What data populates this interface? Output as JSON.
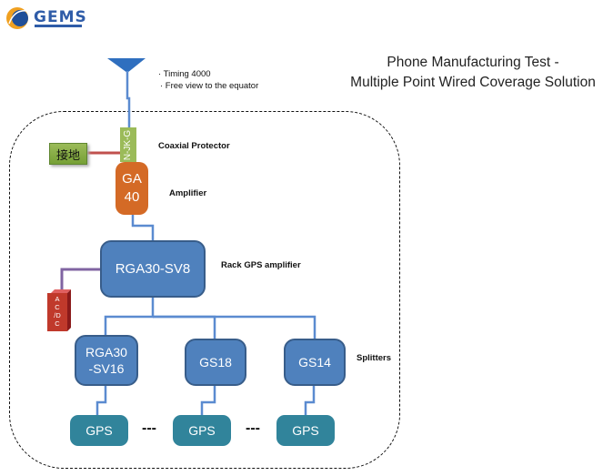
{
  "logo": {
    "name": "GEMS",
    "icon": "gems-globe-logo"
  },
  "title": {
    "line1": "Phone Manufacturing Test -",
    "line2": "Multiple Point Wired Coverage Solution"
  },
  "antenna": {
    "notes": [
      "· Timing 4000",
      "· Free view to the equator"
    ]
  },
  "labels": {
    "coaxial_protector": "Coaxial Protector",
    "amplifier": "Amplifier",
    "rack_gps_amplifier": "Rack GPS amplifier",
    "splitters": "Splitters"
  },
  "nodes": {
    "ground": "接地",
    "protector": "N-JK-G",
    "amp_line1": "GA",
    "amp_line2": "40",
    "rack": "RGA30-SV8",
    "acdc": [
      "A",
      "C",
      "/D",
      "C"
    ],
    "splitter1_line1": "RGA30",
    "splitter1_line2": "-SV16",
    "splitter2": "GS18",
    "splitter3": "GS14",
    "gps": [
      "GPS",
      "GPS",
      "GPS"
    ],
    "ellipsis": [
      "---",
      "---"
    ]
  },
  "colors": {
    "blue_box": "#4f81bd",
    "teal_box": "#31849b",
    "orange_box": "#d46a26",
    "green_box": "#9bbb59",
    "ground_wire": "#c0504d",
    "power_wire": "#8064a2",
    "acdc_box": "#c0392b"
  }
}
